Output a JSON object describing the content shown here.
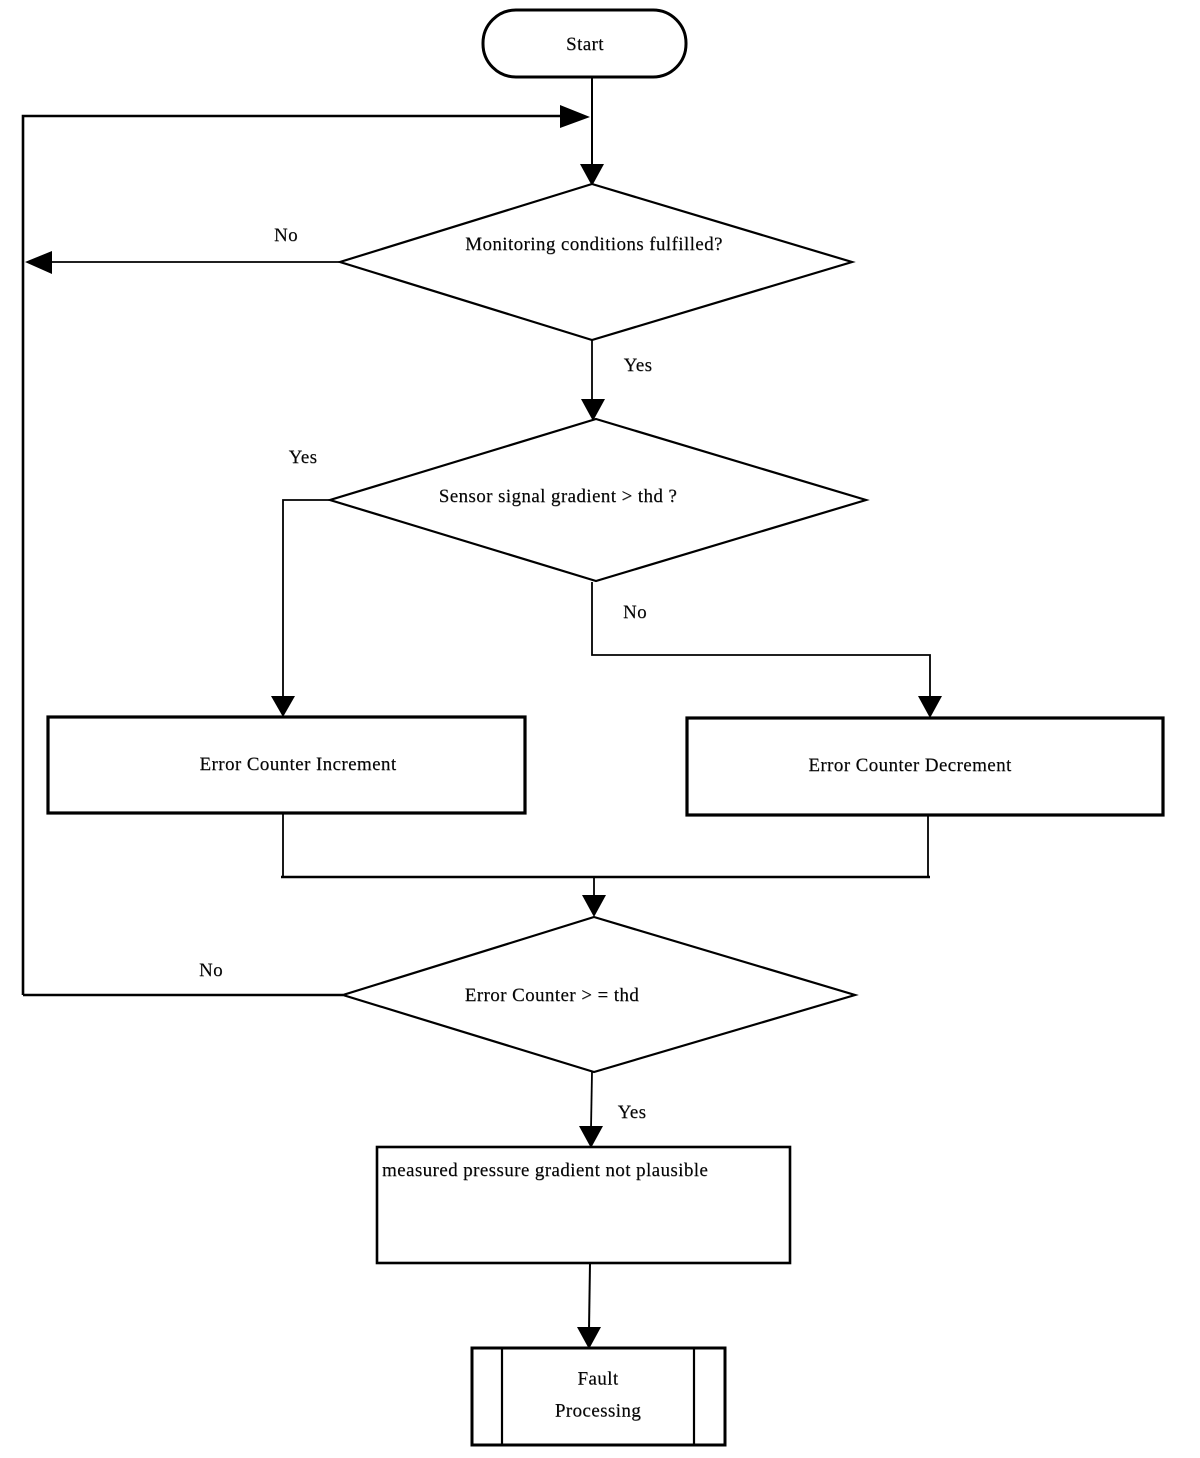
{
  "diagram": {
    "title_hint": "sensor plausibility monitoring flowchart",
    "colors": {
      "ink": "#000000",
      "background": "#ffffff"
    },
    "nodes": {
      "start": {
        "type": "terminator",
        "label": "Start"
      },
      "monitoring": {
        "type": "decision",
        "label": "Monitoring conditions fulfilled?"
      },
      "gradient": {
        "type": "decision",
        "label": "Sensor signal gradient > thd ?"
      },
      "increment": {
        "type": "process",
        "label": "Error Counter Increment"
      },
      "decrement": {
        "type": "process",
        "label": "Error Counter Decrement"
      },
      "counter_thd": {
        "type": "decision",
        "label": "Error Counter > = thd"
      },
      "not_plausible": {
        "type": "process",
        "label": "measured pressure gradient not plausible"
      },
      "fault": {
        "type": "predefined-process",
        "label": "Fault\nProcessing"
      }
    },
    "edges": {
      "monitoring_no": {
        "label": "No"
      },
      "monitoring_yes": {
        "label": "Yes"
      },
      "gradient_yes": {
        "label": "Yes"
      },
      "gradient_no": {
        "label": "No"
      },
      "counter_no": {
        "label": "No"
      },
      "counter_yes": {
        "label": "Yes"
      }
    }
  }
}
